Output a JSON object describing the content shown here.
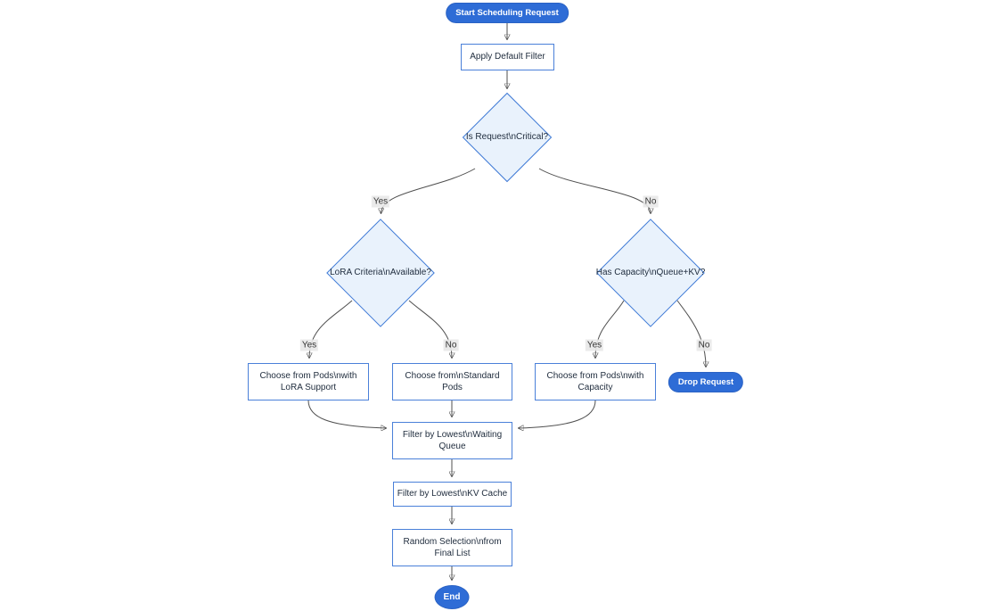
{
  "diagram": {
    "kind": "flowchart",
    "direction": "top-down"
  },
  "colors": {
    "accent_blue": "#2e6cd6",
    "node_border_blue": "#4a80d9",
    "diamond_fill": "#e9f2fc",
    "node_fill": "#ffffff",
    "text": "#1e2b3c",
    "edge": "#4f4f4f",
    "edge_label_bg": "#e8e8e8"
  },
  "nodes": {
    "start": {
      "label": "Start Scheduling Request",
      "shape": "stadium"
    },
    "apply_filter": {
      "label": "Apply Default Filter",
      "shape": "rect"
    },
    "is_critical": {
      "label": "Is Request\\nCritical?",
      "shape": "diamond"
    },
    "lora_criteria": {
      "label": "LoRA Criteria\\nAvailable?",
      "shape": "diamond"
    },
    "has_capacity": {
      "label": "Has Capacity\\nQueue+KV?",
      "shape": "diamond"
    },
    "choose_lora": {
      "label": "Choose from Pods\\nwith LoRA Support",
      "shape": "rect"
    },
    "choose_standard": {
      "label": "Choose from\\nStandard Pods",
      "shape": "rect"
    },
    "choose_capacity": {
      "label": "Choose from Pods\\nwith Capacity",
      "shape": "rect"
    },
    "drop_request": {
      "label": "Drop Request",
      "shape": "stadium"
    },
    "filter_waiting": {
      "label": "Filter by Lowest\\nWaiting Queue",
      "shape": "rect"
    },
    "filter_kv": {
      "label": "Filter by Lowest\\nKV Cache",
      "shape": "rect"
    },
    "random_selection": {
      "label": "Random Selection\\nfrom Final List",
      "shape": "rect"
    },
    "end": {
      "label": "End",
      "shape": "stadium"
    }
  },
  "edge_labels": {
    "critical_yes": "Yes",
    "critical_no": "No",
    "lora_yes": "Yes",
    "lora_no": "No",
    "capacity_yes": "Yes",
    "capacity_no": "No"
  }
}
